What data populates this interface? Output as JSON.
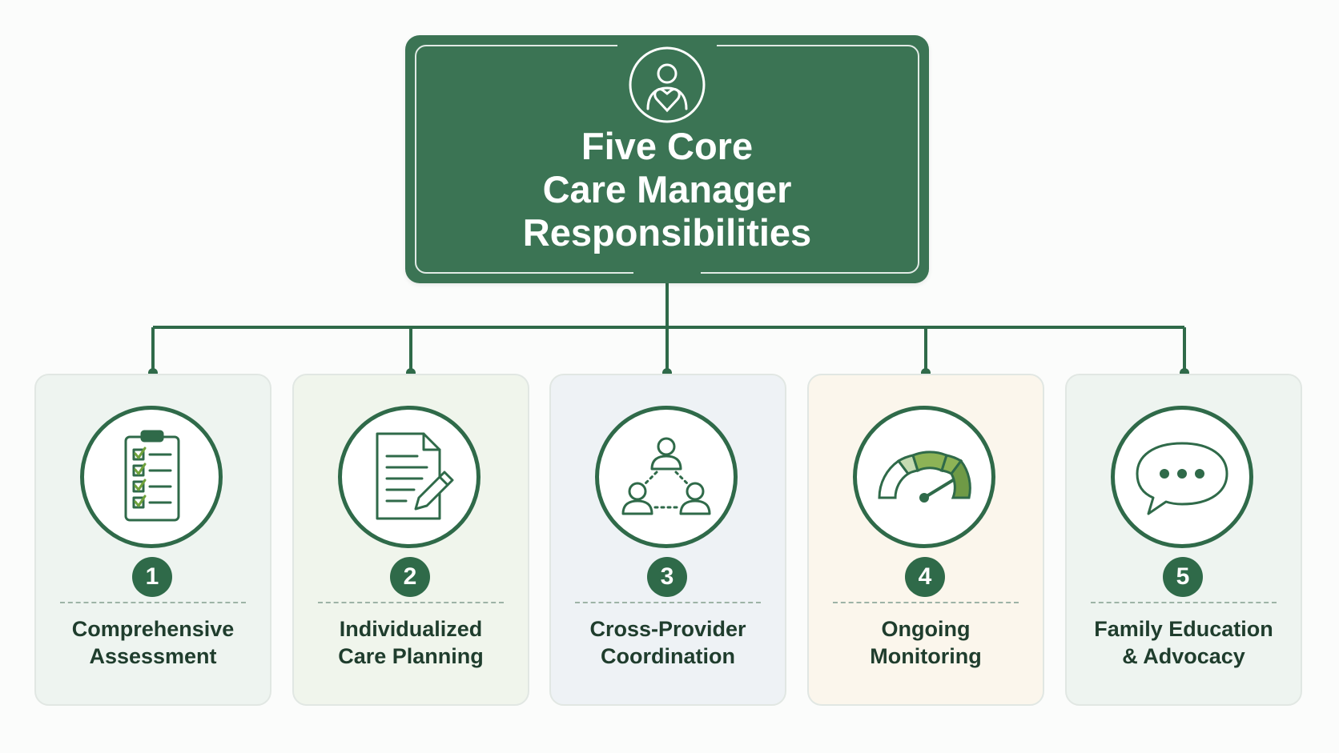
{
  "header": {
    "title_lines": [
      "Five Core",
      "Care Manager",
      "Responsibilities"
    ],
    "icon": "person-heart-icon"
  },
  "colors": {
    "primary": "#3b7454",
    "accent_dark": "#2f6a49",
    "text_dark": "#1f3d2d",
    "gauge_light": "#c6dbb2",
    "gauge_mid": "#8db356",
    "gauge_dark": "#6f9a46"
  },
  "cards": [
    {
      "number": "1",
      "label_lines": [
        "Comprehensive",
        "Assessment"
      ],
      "icon": "clipboard-checklist-icon",
      "background": "#eef4f0"
    },
    {
      "number": "2",
      "label_lines": [
        "Individualized",
        "Care Planning"
      ],
      "icon": "document-pencil-icon",
      "background": "#f0f5ec"
    },
    {
      "number": "3",
      "label_lines": [
        "Cross-Provider",
        "Coordination"
      ],
      "icon": "people-network-icon",
      "background": "#eef2f5"
    },
    {
      "number": "4",
      "label_lines": [
        "Ongoing",
        "Monitoring"
      ],
      "icon": "gauge-icon",
      "background": "#fbf6ec"
    },
    {
      "number": "5",
      "label_lines": [
        "Family Education",
        "& Advocacy"
      ],
      "icon": "speech-bubble-icon",
      "background": "#eef4f0"
    }
  ]
}
